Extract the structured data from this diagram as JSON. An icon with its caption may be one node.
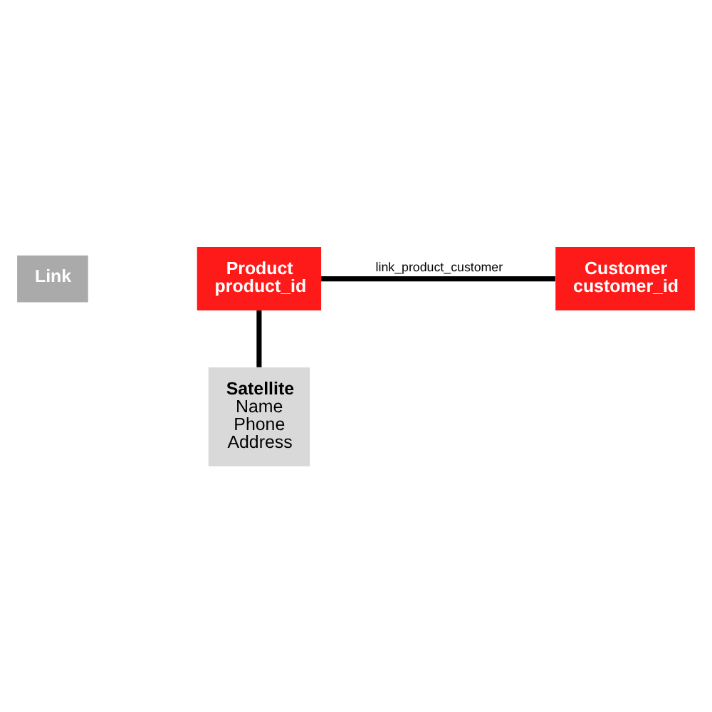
{
  "diagram": {
    "nodes": [
      {
        "text": [
          "Link"
        ]
      },
      {
        "text": [
          "Product",
          "product_id"
        ]
      },
      {
        "text": [
          "Customer",
          "customer_id"
        ]
      },
      {
        "text": [
          "Satellite",
          "Name",
          "Phone",
          "Address"
        ]
      }
    ],
    "edges": [
      {
        "from": 1,
        "to": 2,
        "arrow": "none",
        "label": "link_product_customer"
      },
      {
        "from": 1,
        "to": 3,
        "arrow": "none"
      }
    ]
  }
}
